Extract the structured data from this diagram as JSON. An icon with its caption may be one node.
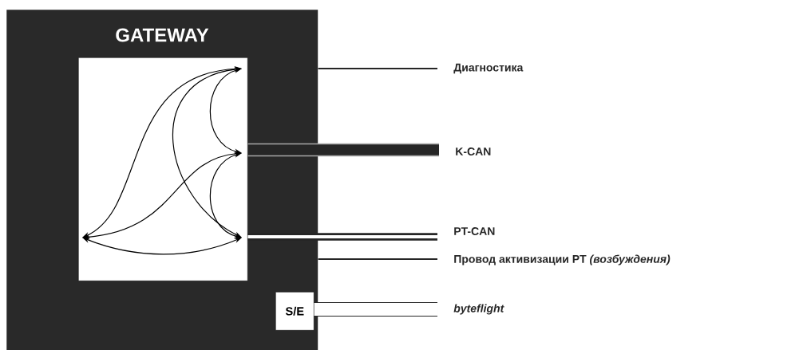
{
  "diagram": {
    "nodes": [
      {
        "text": [
          "GATEWAY"
        ]
      },
      {
        "text": [],
        "shape": "box",
        "in": 0
      },
      {
        "text": [
          "S/E"
        ],
        "in": 0
      },
      {
        "text": [
          "Диагностика"
        ]
      },
      {
        "text": [
          "K-CAN"
        ]
      },
      {
        "text": [
          "PT-CAN"
        ]
      },
      {
        "text": [
          "Провод активизации PT *(возбуждения)*"
        ]
      },
      {
        "text": [
          "byteflight"
        ]
      }
    ],
    "edges": [
      {
        "from": 0,
        "to": 3,
        "arrow": "none"
      },
      {
        "from": 1,
        "to": 4,
        "arrow": "none",
        "color": "#a6a6a6"
      },
      {
        "from": 1,
        "to": 5,
        "arrow": "none"
      },
      {
        "from": 0,
        "to": 6,
        "arrow": "none"
      },
      {
        "from": 2,
        "to": 7,
        "arrow": "none",
        "style": "thick"
      }
    ]
  }
}
